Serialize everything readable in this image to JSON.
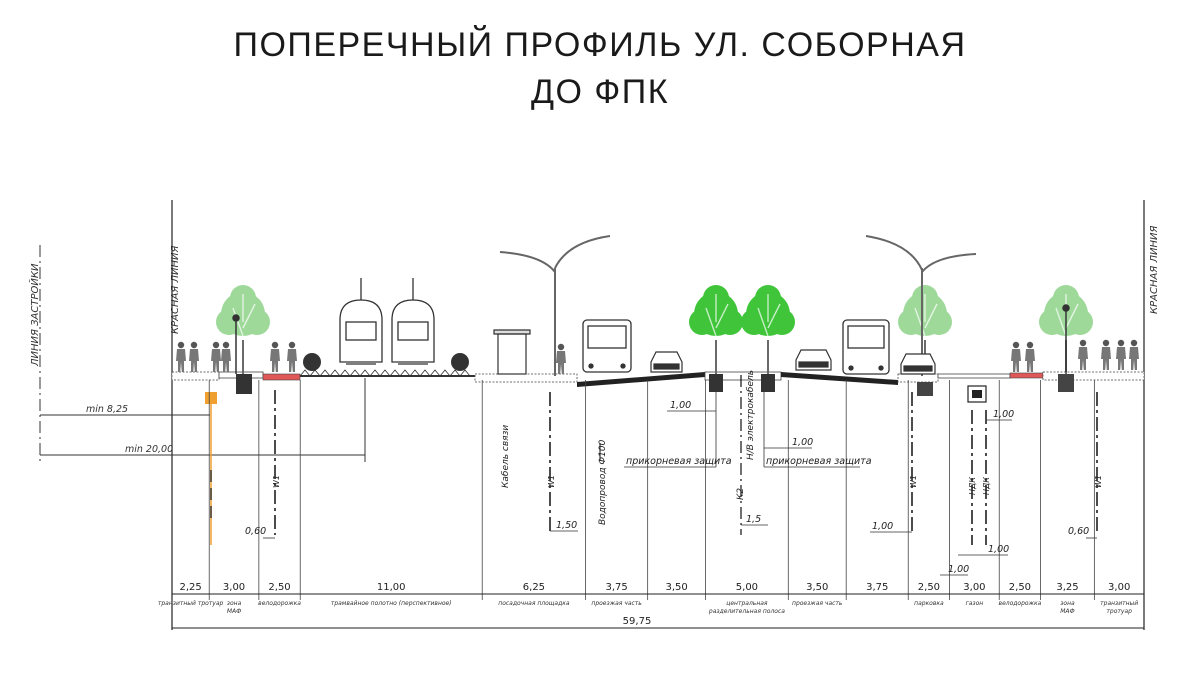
{
  "title": {
    "line1": "ПОПЕРЕЧНЫЙ ПРОФИЛЬ УЛ. СОБОРНАЯ",
    "line2": "ДО ФПК"
  },
  "side_labels": {
    "building_line": "ЛИНИЯ ЗАСТРОЙКИ",
    "red_line_left": "КРАСНАЯ ЛИНИЯ",
    "red_line_right": "КРАСНАЯ ЛИНИЯ"
  },
  "min_dims": [
    {
      "label": "min 8,25"
    },
    {
      "label": "min 20,00"
    }
  ],
  "segments": [
    {
      "width": 2.25,
      "label": "транзитный тротуар",
      "label2": ""
    },
    {
      "width": 3.0,
      "label": "зона",
      "label2": "МАФ"
    },
    {
      "width": 2.5,
      "label": "велодорожка",
      "label2": ""
    },
    {
      "width": 11.0,
      "label": "трамвайное полотно (перспективное)",
      "label2": ""
    },
    {
      "width": 6.25,
      "label": "посадочная площадка",
      "label2": ""
    },
    {
      "width": 3.75,
      "label": "проезжая часть",
      "label2": ""
    },
    {
      "width": 3.5,
      "label": "",
      "label2": ""
    },
    {
      "width": 5.0,
      "label": "центральная",
      "label2": "разделительная полоса"
    },
    {
      "width": 3.5,
      "label": "проезжая часть",
      "label2": ""
    },
    {
      "width": 3.75,
      "label": "",
      "label2": ""
    },
    {
      "width": 2.5,
      "label": "парковка",
      "label2": ""
    },
    {
      "width": 3.0,
      "label": "газон",
      "label2": ""
    },
    {
      "width": 2.5,
      "label": "велодорожка",
      "label2": ""
    },
    {
      "width": 3.25,
      "label": "зона",
      "label2": "МАФ"
    },
    {
      "width": 3.0,
      "label": "транзитный",
      "label2": "тротуар"
    }
  ],
  "segment_values": [
    "2,25",
    "3,00",
    "2,50",
    "11,00",
    "6,25",
    "3,75",
    "3,50",
    "5,00",
    "3,50",
    "3,75",
    "2,50",
    "3,00",
    "2,50",
    "3,25",
    "3,00"
  ],
  "total": "59,75",
  "utilities": {
    "cable": "Кабель связи",
    "water": "Водопровод Ф100",
    "electric": "Н/В электрокабель",
    "k2": "К2",
    "w1": "W1",
    "ndk": "НДК"
  },
  "annotations": {
    "root_protection": "прикорневая защита",
    "d100": "1,00",
    "d150": "1,50",
    "d060": "0,60",
    "d15": "1,5"
  },
  "colors": {
    "tree_green": "#3fc43a",
    "tree_light": "#9ed99a",
    "bike_lane": "#e05757",
    "orange": "#f0a030",
    "line": "#1a1a1a"
  }
}
